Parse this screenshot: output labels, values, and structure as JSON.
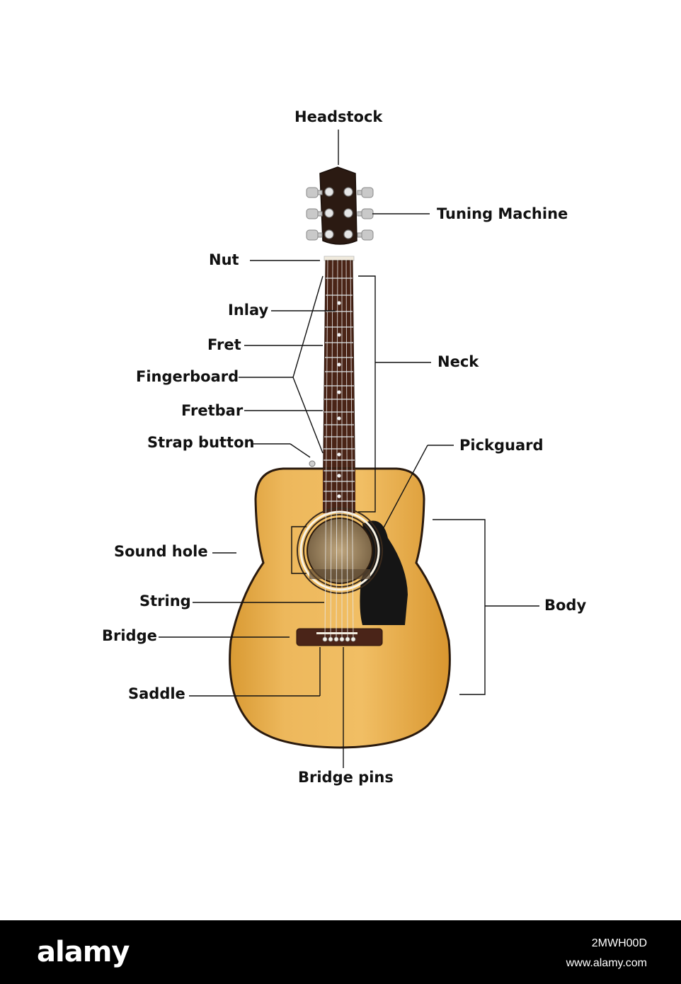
{
  "labels": {
    "headstock": "Headstock",
    "tuning_machine": "Tuning Machine",
    "nut": "Nut",
    "inlay": "Inlay",
    "fret": "Fret",
    "fingerboard": "Fingerboard",
    "fretbar": "Fretbar",
    "strap_button": "Strap button",
    "neck": "Neck",
    "pickguard": "Pickguard",
    "sound_hole": "Sound hole",
    "string": "String",
    "bridge": "Bridge",
    "saddle": "Saddle",
    "body": "Body",
    "bridge_pins": "Bridge pins"
  },
  "colors": {
    "body_wood": "#E8AE4C",
    "binding": "#2A1A0E",
    "fingerboard": "#4A2416",
    "pickguard": "#151515",
    "bridge": "#4A2418",
    "leader_line": "#111111",
    "footer_bg": "#000000"
  },
  "footer": {
    "brand": "alamy",
    "image_id": "2MWH00D",
    "site": "www.alamy.com"
  }
}
